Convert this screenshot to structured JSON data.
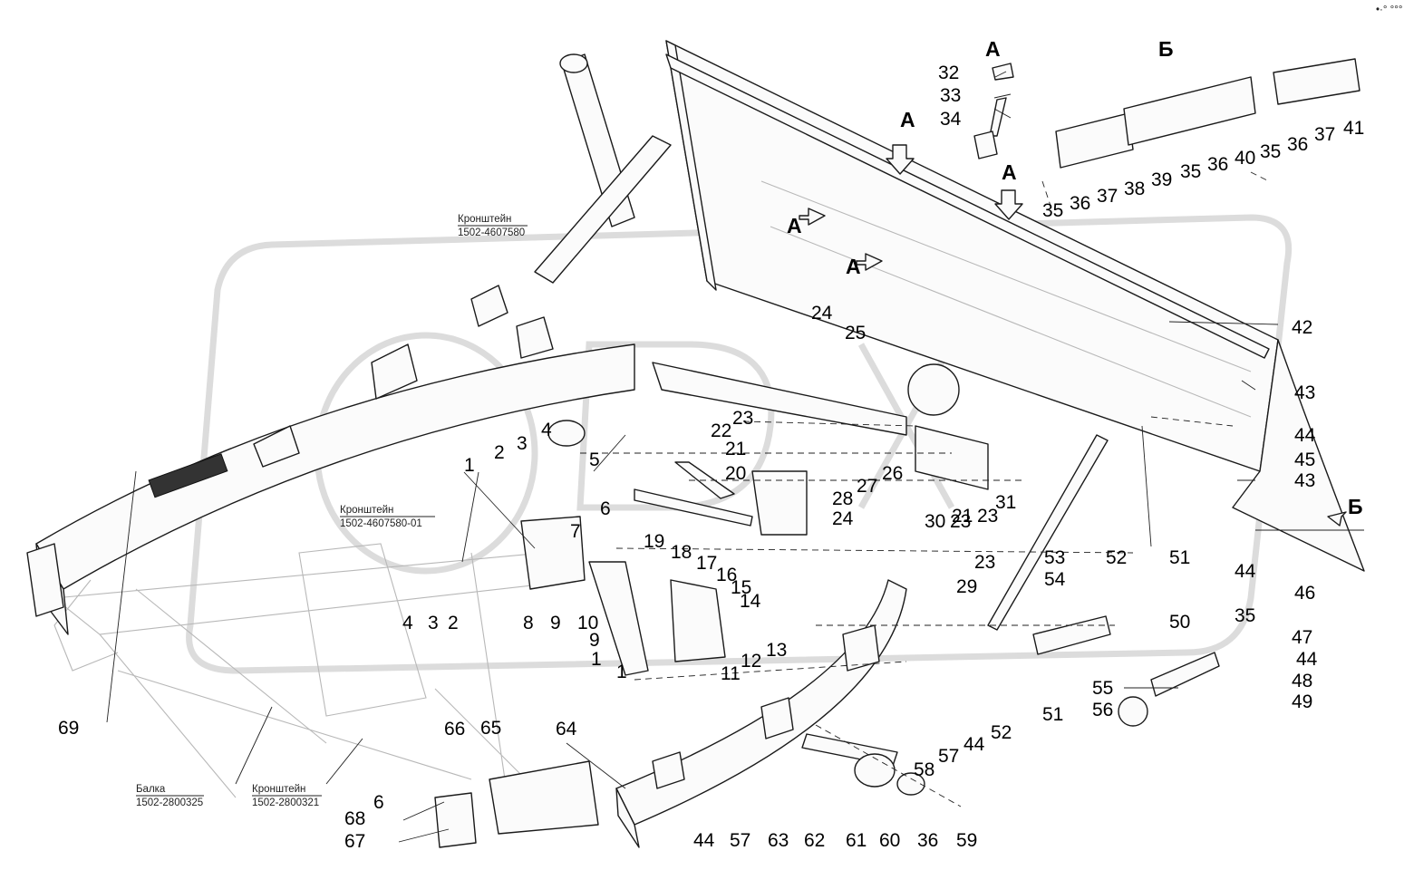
{
  "corner_mark": "•·° °°°",
  "view_markers": {
    "A": "А",
    "B": "Б"
  },
  "notes": {
    "bracket_1": {
      "name": "Кронштейн",
      "code": "1502-4607580"
    },
    "bracket_2": {
      "name": "Кронштейн",
      "code": "1502-4607580-01"
    },
    "beam": {
      "name": "Балка",
      "code": "1502-2800325"
    },
    "bracket_3": {
      "name": "Кронштейн",
      "code": "1502-2800321"
    }
  },
  "callouts": [
    "1",
    "2",
    "3",
    "4",
    "5",
    "6",
    "7",
    "8",
    "9",
    "10",
    "11",
    "12",
    "13",
    "14",
    "15",
    "16",
    "17",
    "18",
    "19",
    "20",
    "21",
    "22",
    "23",
    "24",
    "25",
    "26",
    "27",
    "28",
    "29",
    "30",
    "31",
    "32",
    "33",
    "34",
    "35",
    "36",
    "37",
    "38",
    "39",
    "40",
    "41",
    "42",
    "43",
    "44",
    "45",
    "46",
    "47",
    "48",
    "49",
    "50",
    "51",
    "52",
    "53",
    "54",
    "55",
    "56",
    "57",
    "58",
    "59",
    "60",
    "61",
    "62",
    "63",
    "64",
    "65",
    "66",
    "67",
    "68",
    "69"
  ]
}
